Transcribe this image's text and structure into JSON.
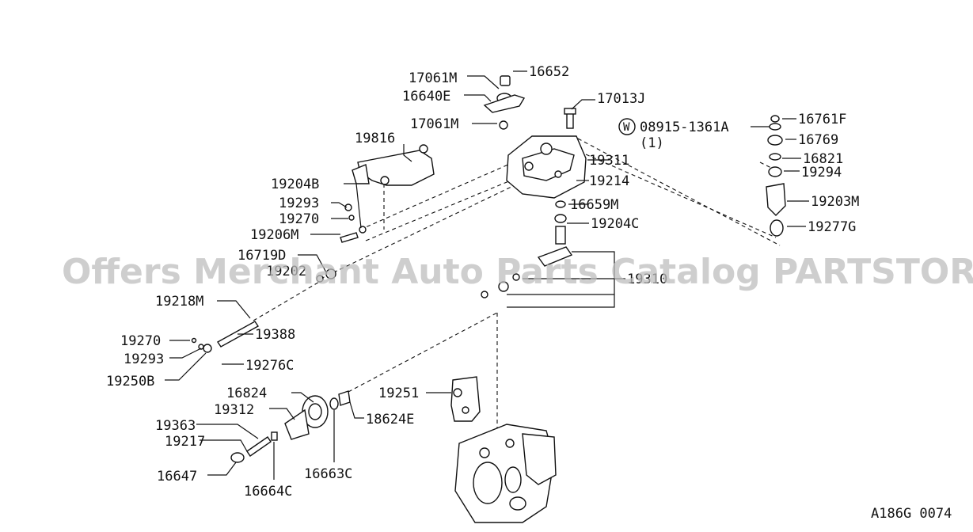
{
  "diagram": {
    "watermark": "Offers Merchant Auto Parts Catalog PARTSTORE.SA",
    "figure_code": "A186G 0074",
    "circle_symbol": "W",
    "part_labels": {
      "p17061M_a": "17061M",
      "p16652": "16652",
      "p16640E": "16640E",
      "p17013J": "17013J",
      "p17061M_b": "17061M",
      "p19816": "19816",
      "p19311": "19311",
      "p19214": "19214",
      "p19204B": "19204B",
      "p19293_a": "19293",
      "p19270_a": "19270",
      "p19206M": "19206M",
      "p16719D": "16719D",
      "p19202": "19202",
      "p16659M": "16659M",
      "p19204C": "19204C",
      "p19310": "19310",
      "p19218M": "19218M",
      "p19388": "19388",
      "p19270_b": "19270",
      "p19293_b": "19293",
      "p19276C": "19276C",
      "p19250B": "19250B",
      "p16824": "16824",
      "p19312": "19312",
      "p19251": "19251",
      "p18624E": "18624E",
      "p19363": "19363",
      "p19217": "19217",
      "p16647": "16647",
      "p16664C": "16664C",
      "p16663C": "16663C",
      "p08915": "08915-1361A",
      "p08915_qty": "(1)",
      "p16761F": "16761F",
      "p16769": "16769",
      "p16821": "16821",
      "p19294": "19294",
      "p19203M": "19203M",
      "p19277G": "19277G"
    }
  }
}
